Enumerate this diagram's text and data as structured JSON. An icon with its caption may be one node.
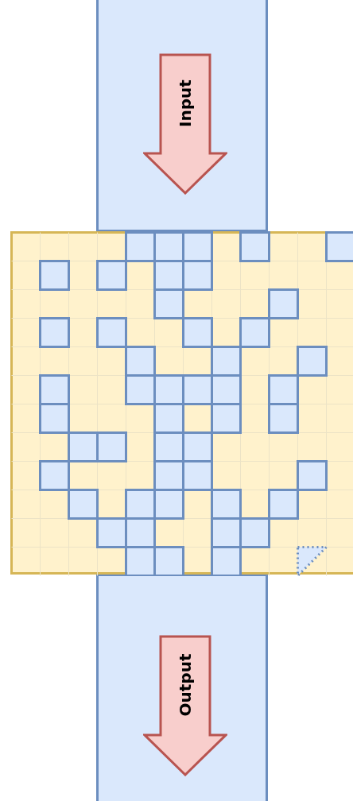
{
  "diagram": {
    "nodes": [
      {
        "text": [],
        "shape": "box"
      },
      {
        "text": [
          "Input"
        ],
        "in": 0
      },
      {
        "text": [],
        "shape": "box"
      },
      {
        "text": [],
        "shape": "box"
      },
      {
        "text": [
          "Output"
        ],
        "in": 3
      }
    ]
  }
}
